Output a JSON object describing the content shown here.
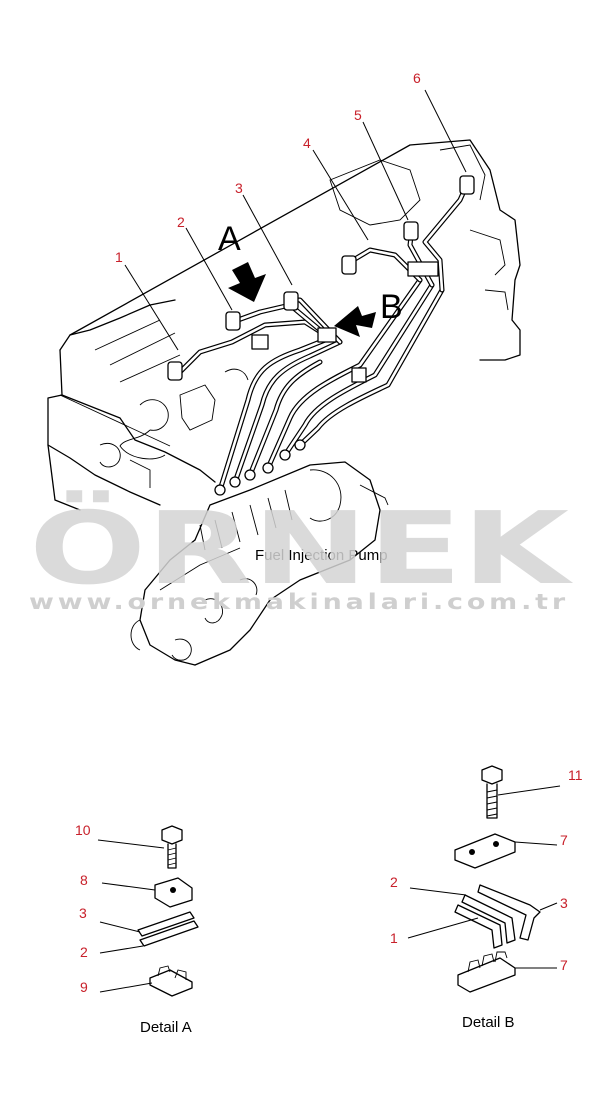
{
  "watermark": {
    "brand": "ÖRNEK",
    "url": "www.ornekmakinalari.com.tr"
  },
  "labels": {
    "detail_a_marker": "A",
    "detail_b_marker": "B",
    "pump": "Fuel Injection Pump",
    "detail_a_caption": "Detail  A",
    "detail_b_caption": "Detail  B"
  },
  "callouts": {
    "main": [
      "1",
      "2",
      "3",
      "4",
      "5",
      "6"
    ],
    "detail_a": [
      "10",
      "8",
      "3",
      "2",
      "9"
    ],
    "detail_b": [
      "11",
      "7",
      "2",
      "3",
      "1",
      "7"
    ]
  },
  "colors": {
    "callout": "#c8202a",
    "watermark": "#d4d4d4"
  }
}
